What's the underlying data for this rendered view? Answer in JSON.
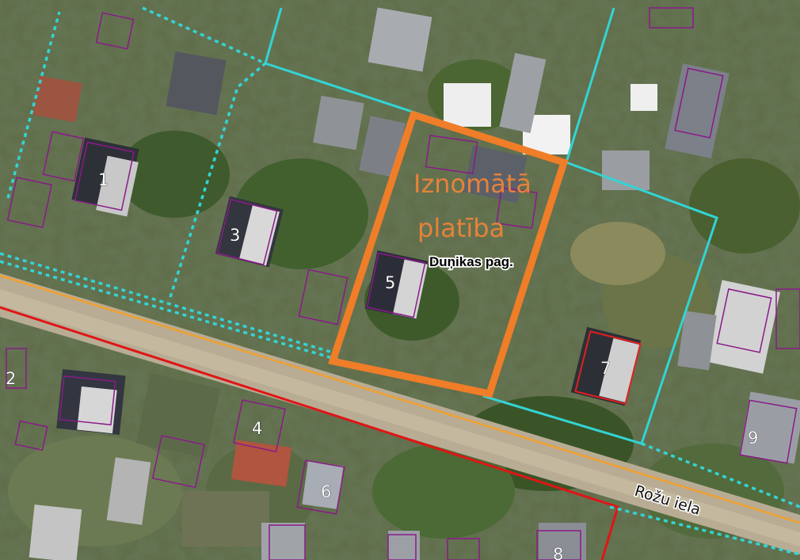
{
  "map": {
    "lease_area_label_line1": "Iznomātā",
    "lease_area_label_line2": "platība",
    "parish_label": "Duņikas pag.",
    "street_label": "Rožu iela",
    "building_numbers": [
      "1",
      "2",
      "3",
      "4",
      "5",
      "6",
      "7",
      "8",
      "9"
    ],
    "colors": {
      "lease_boundary": "#f07d28",
      "parcel_boundary": "#33d4d4",
      "road_red": "#e01515",
      "road_orange": "#f0a030",
      "building_outline": "#8a1a8a",
      "highlight_building": "#e02020"
    }
  }
}
